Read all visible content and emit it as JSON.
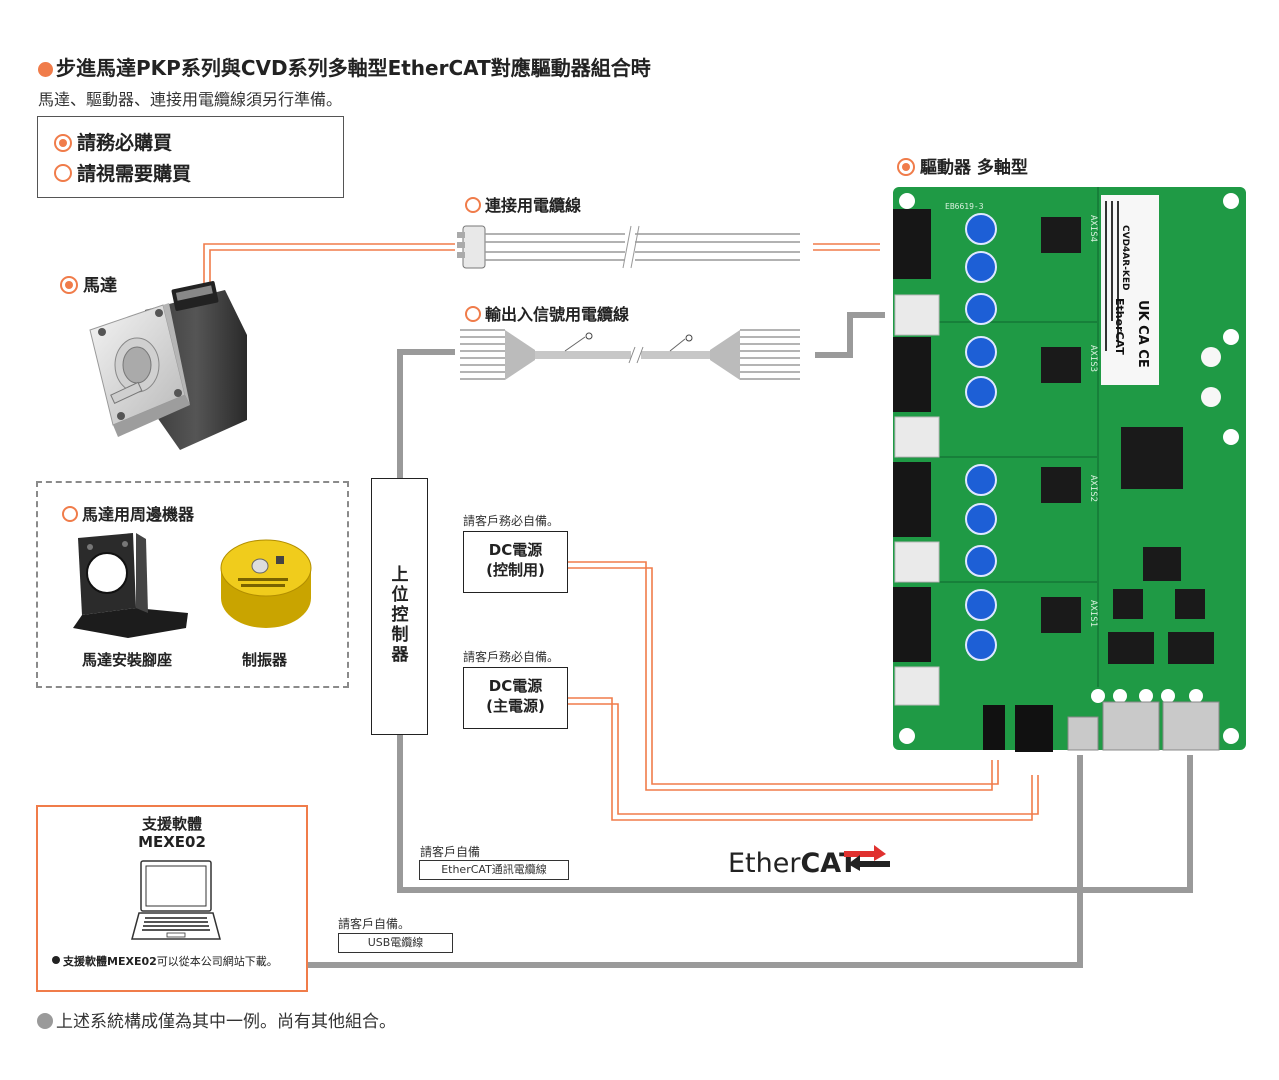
{
  "header": {
    "title": "步進馬達PKP系列與CVD系列多軸型EtherCAT對應驅動器組合時",
    "subtitle": "馬達、驅動器、連接用電纜線須另行準備。"
  },
  "legend": {
    "required": "請務必購買",
    "optional": "請視需要購買"
  },
  "motor": {
    "label": "馬達"
  },
  "driver": {
    "label": "驅動器 多軸型"
  },
  "cables": {
    "connection": "連接用電纜線",
    "io": "輸出入信號用電纜線",
    "ethercat_note": "請客戶自備",
    "ethercat": "EtherCAT通訊電纜線",
    "usb_note": "請客戶自備。",
    "usb": "USB電纜線"
  },
  "peripherals": {
    "title": "馬達用周邊機器",
    "mount": "馬達安裝腳座",
    "damper": "制振器"
  },
  "controller": {
    "label": "上位控制器"
  },
  "power": {
    "control_note": "請客戶務必自備。",
    "control_line1": "DC電源",
    "control_line2": "(控制用)",
    "main_note": "請客戶務必自備。",
    "main_line1": "DC電源",
    "main_line2": "(主電源)"
  },
  "software": {
    "line1": "支援軟體",
    "line2": "MEXE02",
    "note_bold": "支援軟體MEXE02",
    "note_rest": "可以從本公司網站下載。"
  },
  "ethercat_logo": {
    "light": "Ether",
    "bold": "CAT"
  },
  "pcb": {
    "model": "CVD4AR-KED",
    "maker": "EtherCAT",
    "marks": "UK CA  CE",
    "axes": [
      "AXIS4",
      "AXIS3",
      "AXIS2",
      "AXIS1"
    ],
    "board_id": "EB6619-3"
  },
  "footer": {
    "note": "上述系統構成僅為其中一例。尚有其他組合。"
  },
  "colors": {
    "accent": "#f07c4a",
    "cable_gray": "#9a9a9a",
    "pcb_green": "#1f9a45"
  }
}
